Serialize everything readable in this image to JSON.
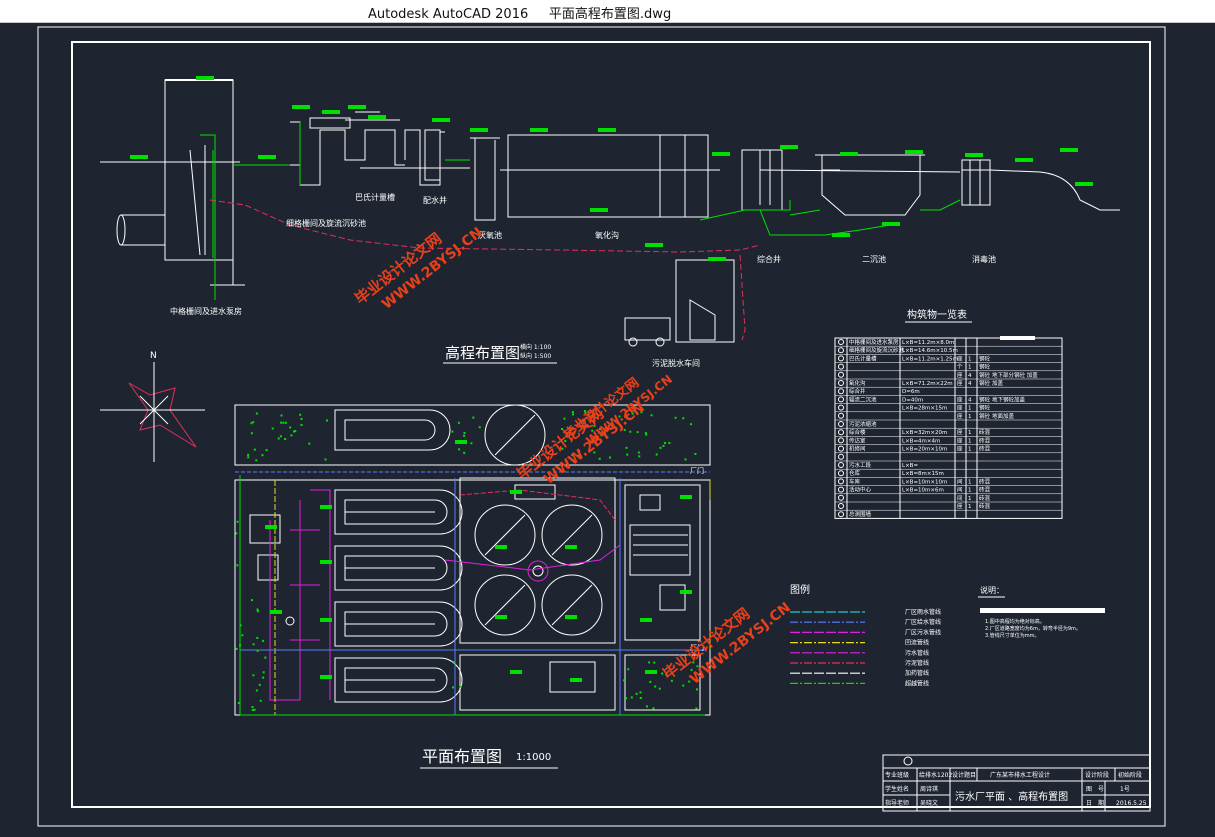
{
  "window": {
    "app": "Autodesk AutoCAD 2016",
    "file": "平面高程布置图.dwg"
  },
  "colors": {
    "background": "#1e2531",
    "line": "#ffffff",
    "green": "#00e000",
    "red": "#e0305a",
    "magenta": "#e020e0",
    "blue": "#5a7cff",
    "cyan": "#20c8c8",
    "yellow": "#e8d820",
    "watermark": "#e8401a"
  },
  "profile": {
    "title": "高程布置图",
    "scale_v": "横向 1:100",
    "scale_h": "纵向 1:500",
    "labels": {
      "screen_pump": "中格栅间及进水泵房",
      "fine_screen": "细格栅间及旋流沉砂池",
      "parshall": "巴氏计量槽",
      "distribution": "配水井",
      "anaerobic": "厌氧池",
      "oxidation": "氧化沟",
      "mixing_well": "综合井",
      "secondary": "二沉池",
      "disinfection": "消毒池",
      "sludge": "污泥脱水车间"
    }
  },
  "plan": {
    "title": "平面布置图",
    "scale": "1:1000",
    "north": "N",
    "gate1": "厂门",
    "gate2": "厂门"
  },
  "structures": {
    "title": "构筑物一览表",
    "rows": [
      [
        "中格栅间及进水泵房",
        "L×B=11.2m×8.0m",
        "",
        ""
      ],
      [
        "细格栅间及旋流沉砂池",
        "L×B=14.6m×10.5m",
        "",
        ""
      ],
      [
        "巴氏计量槽",
        "L×B=11.2m×1.25m",
        "座",
        "1",
        "钢砼"
      ],
      [
        "",
        "",
        "个",
        "1",
        "钢砼"
      ],
      [
        "",
        "",
        "座",
        "4",
        "钢砼",
        "地下部分钢砼 加盖"
      ],
      [
        "氧化沟",
        "L×B=71.2m×22m",
        "座",
        "4",
        "钢砼",
        "加盖"
      ],
      [
        "综合井",
        "D=6m",
        "",
        "",
        ""
      ],
      [
        "辐流二沉池",
        "D=40m",
        "座",
        "4",
        "钢砼",
        "地下钢砼加盖"
      ],
      [
        "",
        "L×B=28m×15m",
        "座",
        "1",
        "钢砼"
      ],
      [
        "",
        "",
        "座",
        "1",
        "钢砼",
        "地面加盖"
      ],
      [
        "污泥浓缩池",
        "",
        "",
        "",
        ""
      ],
      [
        "综合楼",
        "L×B=32m×20m",
        "座",
        "1",
        "砖混"
      ],
      [
        "传达室",
        "L×B=4m×4m",
        "座",
        "1",
        "砖混"
      ],
      [
        "机修间",
        "L×B=20m×10m",
        "座",
        "1",
        "砖混"
      ],
      [
        "",
        "",
        "",
        "",
        ""
      ],
      [
        "污水工段",
        "L×B=",
        "",
        "",
        ""
      ],
      [
        "仓库",
        "L×B=8m×15m",
        "",
        "",
        ""
      ],
      [
        "车库",
        "L×B=10m×10m",
        "间",
        "1",
        "砖混"
      ],
      [
        "活动中心",
        "L×B=10m×6m",
        "间",
        "1",
        "砖混"
      ],
      [
        "",
        "",
        "间",
        "1",
        "砖混"
      ],
      [
        "",
        "",
        "座",
        "1",
        "砖混"
      ],
      [
        "总测围墙",
        "",
        "",
        "",
        ""
      ]
    ]
  },
  "legend": {
    "title": "图例",
    "items": [
      {
        "label": "厂区雨水管线",
        "color": "#20c8c8"
      },
      {
        "label": "厂区给水管线",
        "color": "#5a7cff"
      },
      {
        "label": "厂区污水管线",
        "color": "#e020e0"
      },
      {
        "label": "回流管线",
        "color": "#e8d820"
      },
      {
        "label": "污水管线",
        "color": "#e020e0"
      },
      {
        "label": "污泥管线",
        "color": "#e0305a"
      },
      {
        "label": "加药管线",
        "color": "#ffffff"
      },
      {
        "label": "超越管线",
        "color": "#00e000"
      }
    ]
  },
  "notes": {
    "title": "说明：",
    "lines": [
      "1.图中高程均为绝对标高。",
      "2.厂区道路宽度均为6m，转弯半径为9m。",
      "3.管线尺寸单位为mm。"
    ]
  },
  "titleblock": {
    "row1": [
      "专业班级",
      "给排水1202",
      "设计题目",
      "广东某市排水工程设计",
      "设计阶段",
      "初始阶段"
    ],
    "student_label": "学生姓名",
    "student_name": "周诗琪",
    "teacher_label": "指导老师",
    "teacher_name": "吴晓文",
    "drawing_title": "污水厂平面 、高程布置图",
    "figno_label": "图　号",
    "figno": "1号",
    "date_label": "日　期",
    "date": "2016.5.25"
  },
  "watermarks": [
    {
      "line1": "毕业设计论文网",
      "line2": "WWW.2BYSJ.CN"
    },
    {
      "line1": "毕业设计论文网",
      "line2": "WWW.2BYSJ.CN"
    },
    {
      "line1": "毕业设计论文网",
      "line2": "WWW.2BYSJ.CN"
    },
    {
      "line1": "毕业设计论文网",
      "line2": "WWW.2BYSJ.CN"
    }
  ]
}
